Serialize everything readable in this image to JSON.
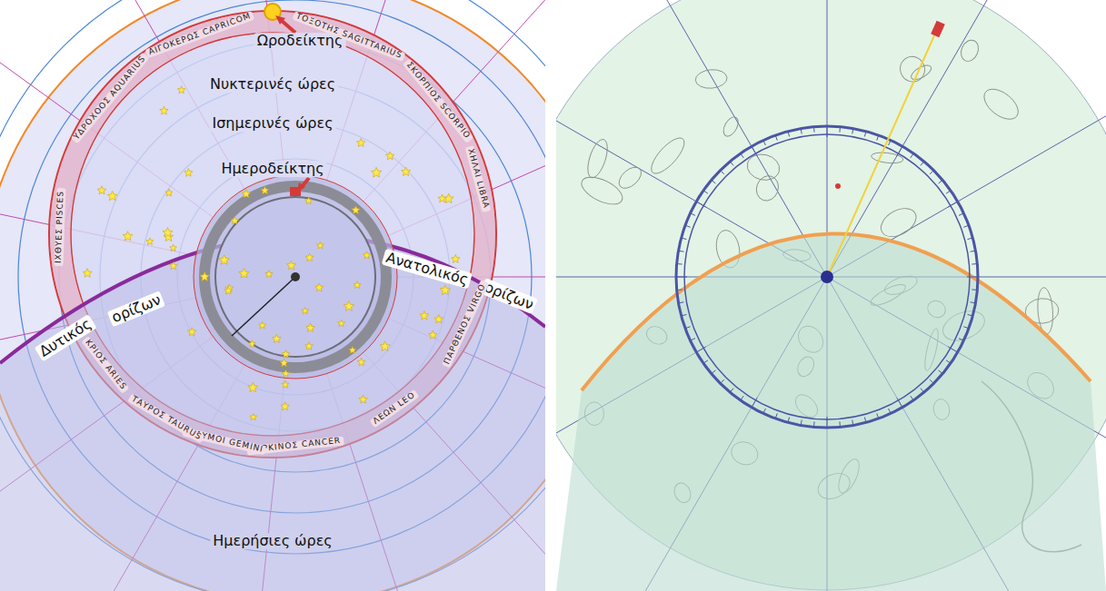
{
  "diagram": {
    "labels": [
      "Ωροδείκτης",
      "Νυκτερινές ώρες",
      "Ισημερινές ώρες",
      "Ημεροδείκτης",
      "Δυτικός",
      "ορίζων",
      "Ανατολικός",
      "ορίζων",
      "Ημερήσιες ώρες",
      "ΑΙΓΟΚΕΡΩΣ CAPRICOM",
      "ΤΟΞΟΤΗΣ SAGITTARIUS",
      "ΣΚΟΡΠΙΟΣ SCORPIO",
      "ΧΗΛΑΙ LIBRA",
      "ΠΑΡΘΕΝΟΣ VIRGO",
      "ΛΕΩΝ LEO",
      "ΚΑΡΚΙΝΟΣ CANCER",
      "ΔΙΔΥΜΟΙ GEMINI",
      "ΤΑΥΡΟΣ TAURUS",
      "ΚΡΙΟΣ ARIES",
      "ΙΧΘΥΕΣ PISCES",
      "ΥΔΡΟΧΟΟΣ AQUARIUS"
    ]
  }
}
